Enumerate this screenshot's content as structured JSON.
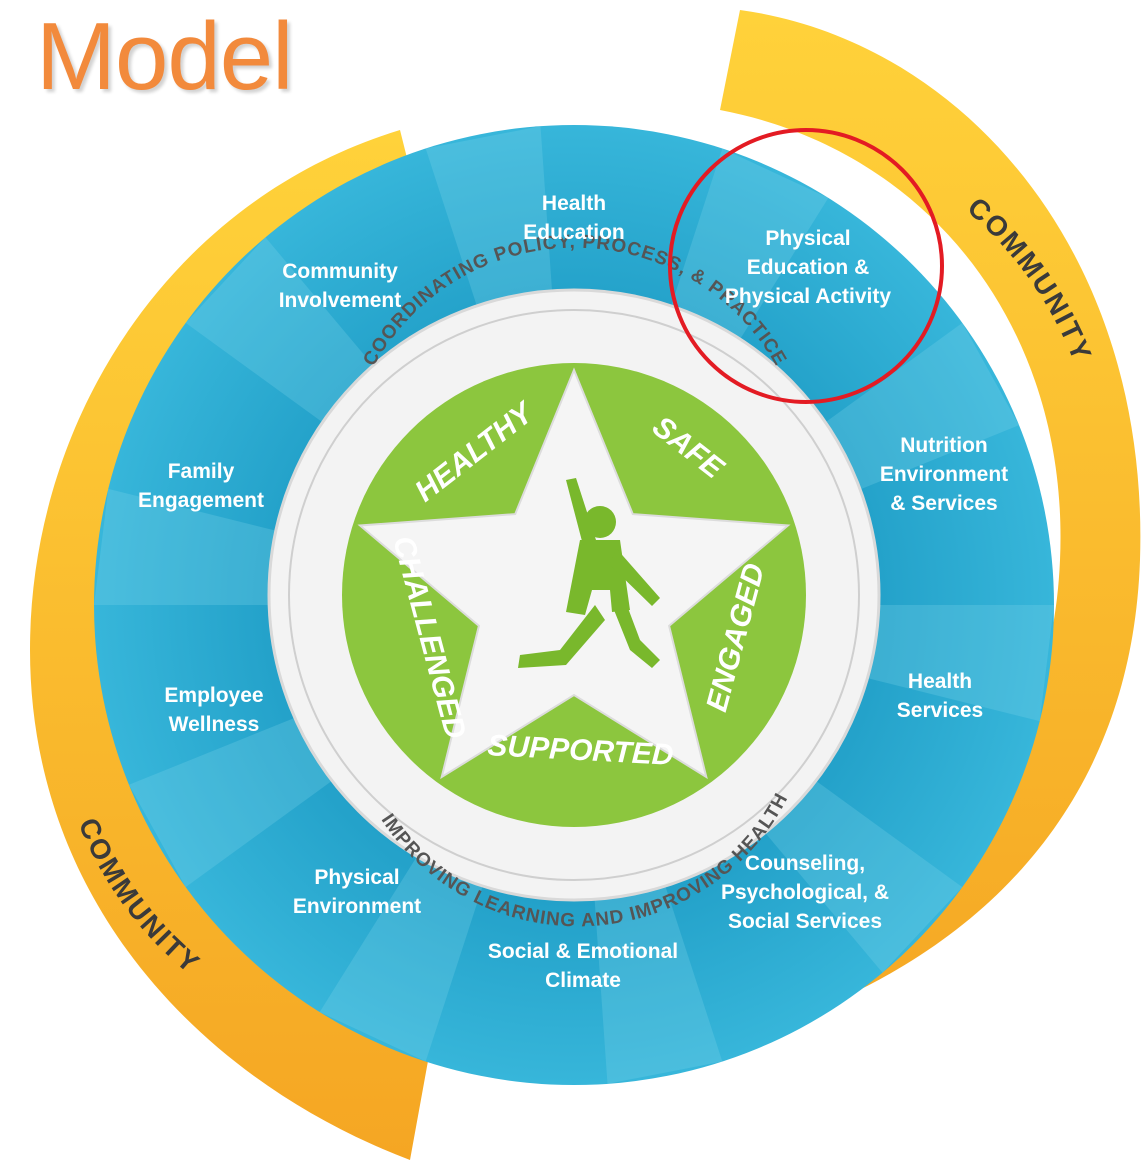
{
  "title": "Model",
  "community_label": "COMMUNITY",
  "ring": {
    "top": "COORDINATING POLICY, PROCESS, & PRACTICE",
    "bottom": "IMPROVING LEARNING AND IMPROVING HEALTH"
  },
  "star_words": [
    "HEALTHY",
    "SAFE",
    "ENGAGED",
    "SUPPORTED",
    "CHALLENGED"
  ],
  "segments": [
    {
      "lines": [
        "Health",
        "Education"
      ]
    },
    {
      "lines": [
        "Physical",
        "Education &",
        "Physical Activity"
      ]
    },
    {
      "lines": [
        "Nutrition",
        "Environment",
        "& Services"
      ]
    },
    {
      "lines": [
        "Health",
        "Services"
      ]
    },
    {
      "lines": [
        "Counseling,",
        "Psychological, &",
        "Social Services"
      ]
    },
    {
      "lines": [
        "Social & Emotional",
        "Climate"
      ]
    },
    {
      "lines": [
        "Physical",
        "Environment"
      ]
    },
    {
      "lines": [
        "Employee",
        "Wellness"
      ]
    },
    {
      "lines": [
        "Family",
        "Engagement"
      ]
    },
    {
      "lines": [
        "Community",
        "Involvement"
      ]
    }
  ],
  "highlight": {
    "segment": "Physical Education & Physical Activity",
    "color": "#e31b23"
  },
  "colors": {
    "title": "#f28a3c",
    "wheel": "#29a8cf",
    "wheel_light": "#7fd3ea",
    "community_arc": "#f7b52c",
    "inner_ring": "#e6e6e6",
    "star_field": "#8cc63e",
    "star_figure": "#79b82c"
  }
}
